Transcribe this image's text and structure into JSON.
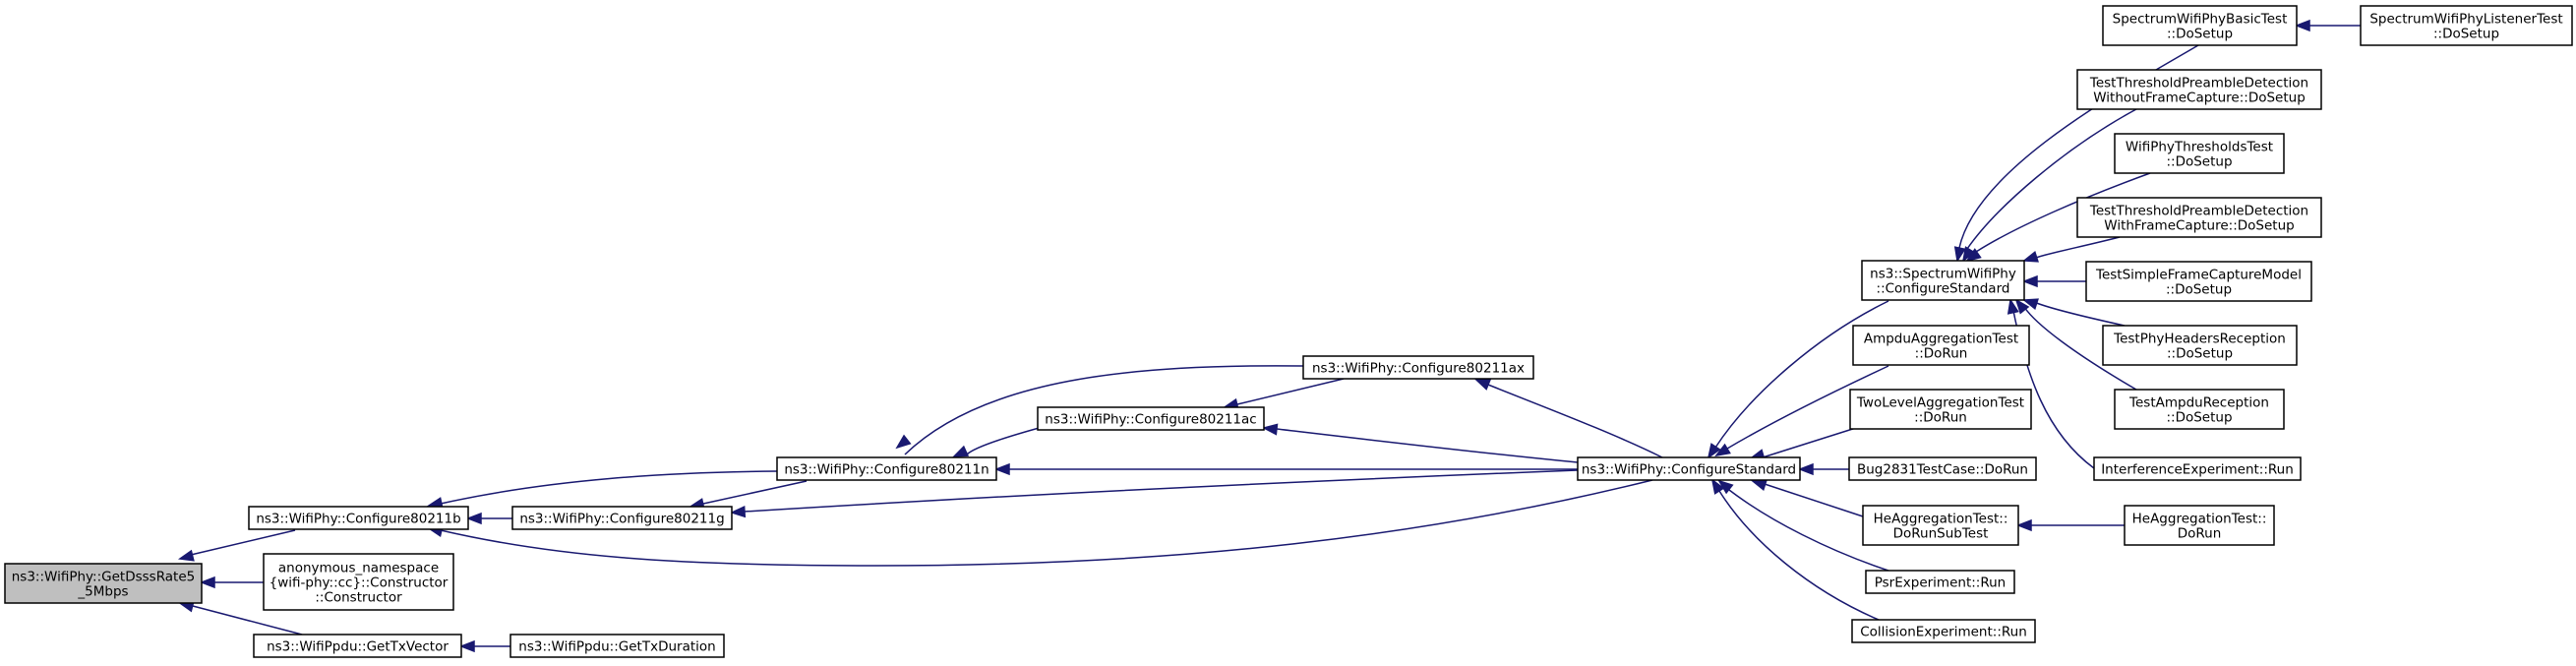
{
  "graph": {
    "colors": {
      "edge": "#191970",
      "root_fill": "#bfbfbf",
      "node_fill": "#ffffff",
      "node_stroke": "#000000"
    },
    "nodes": {
      "root": [
        "ns3::WifiPhy::GetDsssRate5",
        "_5Mbps"
      ],
      "cfg80211b": [
        "ns3::WifiPhy::Configure80211b"
      ],
      "anon": [
        "anonymous_namespace",
        "{wifi-phy::cc}::Constructor",
        "::Constructor"
      ],
      "gettxvector": [
        "ns3::WifiPpdu::GetTxVector"
      ],
      "gettxduration": [
        "ns3::WifiPpdu::GetTxDuration"
      ],
      "cfg80211g": [
        "ns3::WifiPhy::Configure80211g"
      ],
      "cfg80211n": [
        "ns3::WifiPhy::Configure80211n"
      ],
      "cfg80211ac": [
        "ns3::WifiPhy::Configure80211ac"
      ],
      "cfg80211ax": [
        "ns3::WifiPhy::Configure80211ax"
      ],
      "cfgstd": [
        "ns3::WifiPhy::ConfigureStandard"
      ],
      "specstd": [
        "ns3::SpectrumWifiPhy",
        "::ConfigureStandard"
      ],
      "ampdutest": [
        "AmpduAggregationTest",
        "::DoRun"
      ],
      "twolevel": [
        "TwoLevelAggregationTest",
        "::DoRun"
      ],
      "bug2831": [
        "Bug2831TestCase::DoRun"
      ],
      "heaggsub": [
        "HeAggregationTest::",
        "DoRunSubTest"
      ],
      "psr": [
        "PsrExperiment::Run"
      ],
      "collision": [
        "CollisionExperiment::Run"
      ],
      "specbasic": [
        "SpectrumWifiPhyBasicTest",
        "::DoSetup"
      ],
      "speclistener": [
        "SpectrumWifiPhyListenerTest",
        "::DoSetup"
      ],
      "threshwithout": [
        "TestThresholdPreambleDetection",
        "WithoutFrameCapture::DoSetup"
      ],
      "phythresh": [
        "WifiPhyThresholdsTest",
        "::DoSetup"
      ],
      "threshwith": [
        "TestThresholdPreambleDetection",
        "WithFrameCapture::DoSetup"
      ],
      "simplecapture": [
        "TestSimpleFrameCaptureModel",
        "::DoSetup"
      ],
      "phyheaders": [
        "TestPhyHeadersReception",
        "::DoSetup"
      ],
      "ampdurecep": [
        "TestAmpduReception",
        "::DoSetup"
      ],
      "interference": [
        "InterferenceExperiment::Run"
      ],
      "heaggrun": [
        "HeAggregationTest::",
        "DoRun"
      ]
    }
  }
}
